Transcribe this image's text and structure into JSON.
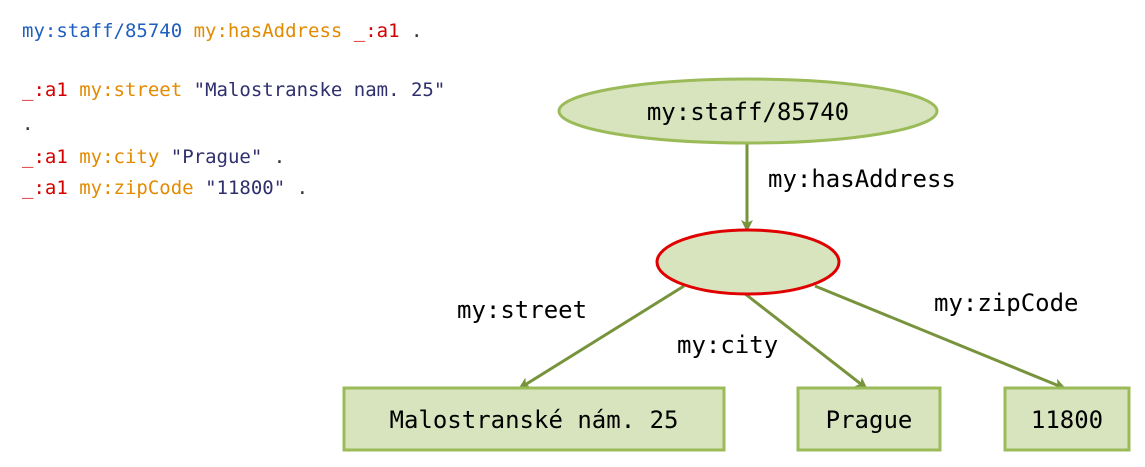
{
  "code": {
    "line1": {
      "subject": "my:staff/85740",
      "predicate": "my:hasAddress",
      "object": "_:a1",
      "end": "."
    },
    "line2": {
      "subject": "_:a1",
      "predicate": "my:street",
      "object": "\"Malostranske nam. 25\""
    },
    "line2_end": ".",
    "line3": {
      "subject": "_:a1",
      "predicate": "my:city",
      "object": "\"Prague\"",
      "end": "."
    },
    "line4": {
      "subject": "_:a1",
      "predicate": "my:zipCode",
      "object": "\"11800\"",
      "end": "."
    }
  },
  "graph": {
    "root": "my:staff/85740",
    "blank_node": "",
    "edges": {
      "hasAddress": "my:hasAddress",
      "street": "my:street",
      "city": "my:city",
      "zipCode": "my:zipCode"
    },
    "literals": {
      "street": "Malostranské nám. 25",
      "city": "Prague",
      "zip": "11800"
    }
  },
  "colors": {
    "node_fill": "#d7e4bd",
    "node_stroke": "#9bbb59",
    "edge": "#77933c",
    "blank_stroke": "#e00000"
  }
}
